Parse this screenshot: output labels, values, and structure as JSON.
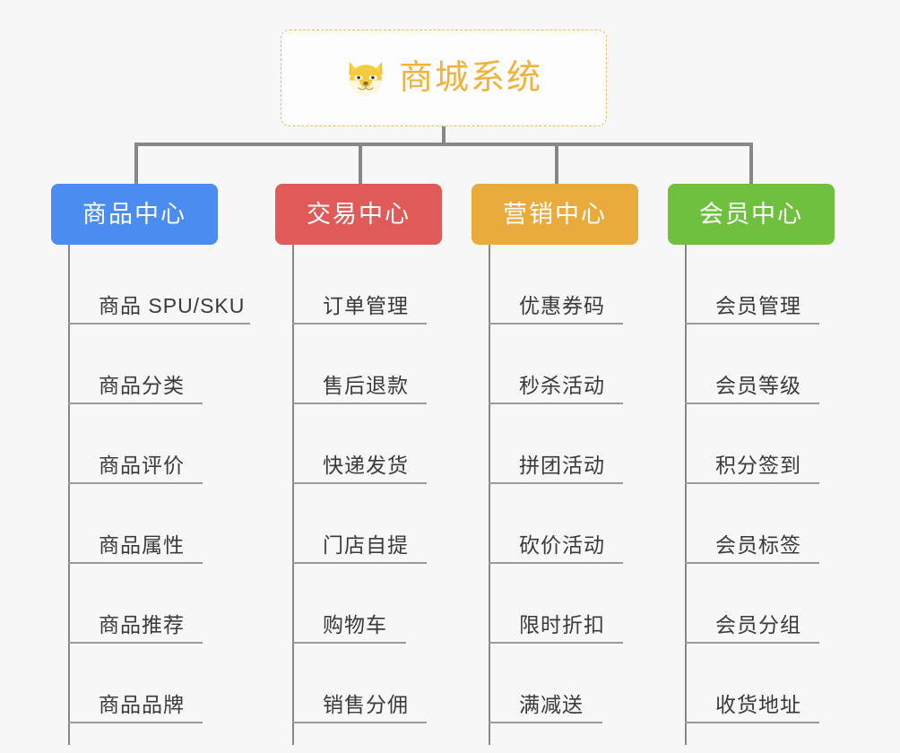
{
  "page": {
    "background_color": "#f7f7f7",
    "diagram_type": "org-chart / mind-map"
  },
  "root": {
    "title": "商城系统",
    "icon": "shiba-inu-face-emoji",
    "text_color": "#efb33c",
    "border_color": "#e8bb6a",
    "fill_color": "#fdfdfd"
  },
  "connector": {
    "color": "#878787"
  },
  "categories": [
    {
      "label": "商品中心",
      "color": "#4a8cf0",
      "items": [
        "商品 SPU/SKU",
        "商品分类",
        "商品评价",
        "商品属性",
        "商品推荐",
        "商品品牌"
      ]
    },
    {
      "label": "交易中心",
      "color": "#e05b58",
      "items": [
        "订单管理",
        "售后退款",
        "快递发货",
        "门店自提",
        "购物车",
        "销售分佣"
      ]
    },
    {
      "label": "营销中心",
      "color": "#e8ab3c",
      "items": [
        "优惠券码",
        "秒杀活动",
        "拼团活动",
        "砍价活动",
        "限时折扣",
        "满减送"
      ]
    },
    {
      "label": "会员中心",
      "color": "#70c040",
      "items": [
        "会员管理",
        "会员等级",
        "积分签到",
        "会员标签",
        "会员分组",
        "收货地址"
      ]
    }
  ]
}
